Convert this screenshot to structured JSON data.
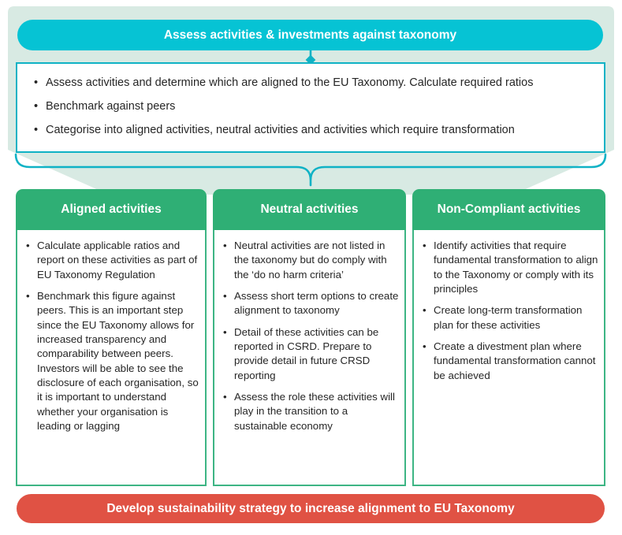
{
  "top_banner": {
    "label": "Assess activities & investments against taxonomy"
  },
  "overview_box": {
    "bullets": [
      "Assess activities and determine which are aligned to the EU Taxonomy. Calculate required ratios",
      "Benchmark against peers",
      "Categorise into aligned activities, neutral activities and activities which require transformation"
    ]
  },
  "columns": [
    {
      "title": "Aligned activities",
      "bullets": [
        "Calculate applicable ratios and report on these activities as part of EU Taxonomy Regulation",
        "Benchmark this figure against peers. This is an important step since the EU Taxonomy allows for increased transparency and comparability between peers. Investors will be able to see the disclosure of each organisation, so it is important to understand whether your organisation is leading or lagging"
      ]
    },
    {
      "title": "Neutral activities",
      "bullets": [
        "Neutral activities are not listed in the taxonomy but do comply with the ‘do no harm criteria’",
        "Assess short term options to create alignment to taxonomy",
        "Detail of these activities can be reported in CSRD. Prepare to provide detail in future CRSD reporting",
        "Assess the role these activities will play in the transition to a sustainable economy"
      ]
    },
    {
      "title": "Non-Compliant activities",
      "bullets": [
        "Identify activities that require fundamental transformation to align to the Taxonomy or comply with its principles",
        "Create long-term transformation plan for these activities",
        "Create a divestment plan where fundamental transformation cannot be achieved"
      ]
    }
  ],
  "bottom_banner": {
    "label": "Develop sustainability strategy to increase alignment to EU Taxonomy"
  },
  "colors": {
    "teal_banner": "#06C3D4",
    "teal_line": "#0FB2C5",
    "light_teal_funnel": "#D8EAE3",
    "green_header": "#2FAF75",
    "green_border": "#3DB584",
    "red_banner": "#E05244",
    "body_text": "#262626"
  }
}
